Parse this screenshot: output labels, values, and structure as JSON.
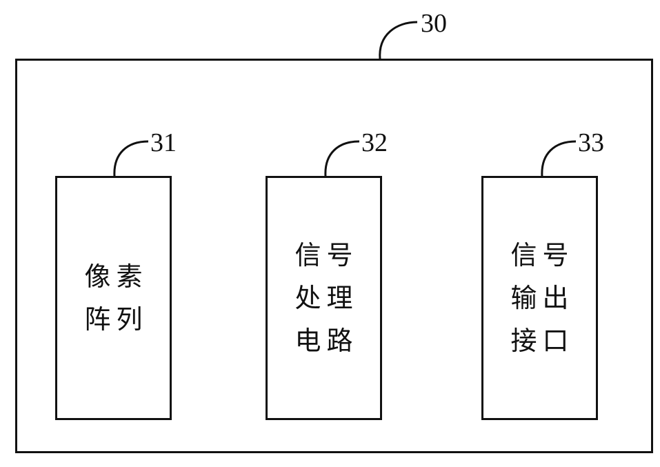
{
  "device": {
    "ref": "30"
  },
  "modules": [
    {
      "ref": "31",
      "lines": [
        "像素",
        "阵列"
      ]
    },
    {
      "ref": "32",
      "lines": [
        "信号",
        "处理",
        "电路"
      ]
    },
    {
      "ref": "33",
      "lines": [
        "信号",
        "输出",
        "接口"
      ]
    }
  ]
}
